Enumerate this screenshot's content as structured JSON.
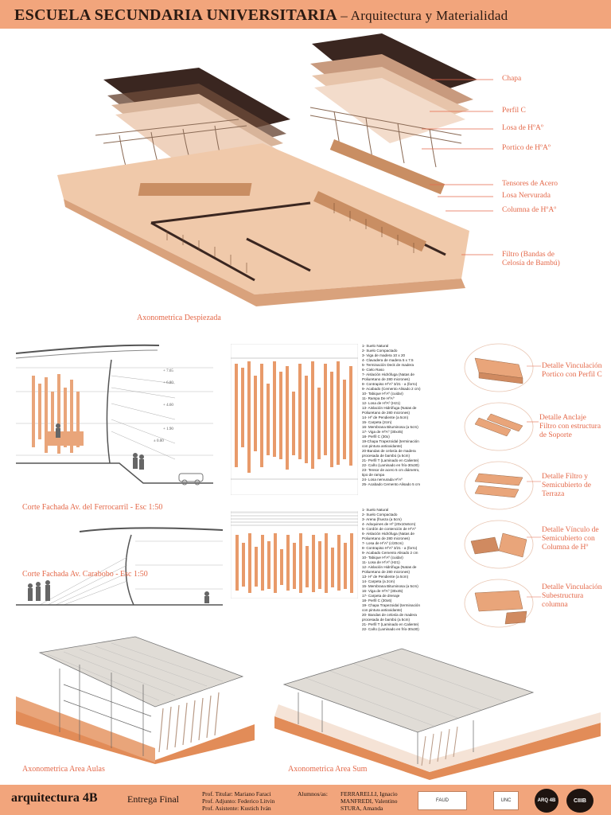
{
  "header": {
    "title": "ESCUELA SECUNDARIA UNIVERSITARIA",
    "subtitle": "– Arquitectura y Materialidad"
  },
  "exploded": {
    "caption": "Axonometrica Despiezada",
    "callouts": [
      "Chapa",
      "Perfil C",
      "Losa de HºAº",
      "Portico de HºAº",
      "Tensores de Acero",
      "Losa Nervurada",
      "Columna de HºAº",
      "Filtro (Bandas de\nCelosía de Bambú)"
    ]
  },
  "sections": {
    "ferrocarril_caption": "Corte Fachada Av. del Ferrocarril - Esc 1:50",
    "carabobo_caption": "Corte Fachada Av. Carabobo - Esc 1:50",
    "levels": [
      "+ 7.65",
      "+ 6.80",
      "+ 4.60",
      "+ 1.90",
      "± 0.00"
    ]
  },
  "legend_top": "1- Suelo Natural\n2- Suelo Compactado\n3- Viga de madera 10 x 20\n4- Clavadera de madera 5 x 7.5\n5- Terminación Deck de madera\n6- Cielo Raso\n7- Aislación Hidrófuga (Natas de Poliuretano de 280 micrones)\n8- Contrapiso HºAº 3/21 - a (forro)\n9- Acabado (Cemento Alisado 2 cm)\n10- Tabique HºAº (cuidar)\n11- Rampa De HºAº\n12- Losa de HºAº (H21)\n13- Aislación Hidrófuga (Natas de Poliuretano de 280 micrones)\n14- Hº de Pendiente (a 5cm)\n15- Carpeta (2cm)\n16- Membrana Bituminosa (a 5cm)\n17- Viga de HºAº (30x45)\n18- Perfil C (30x)\n19-Chapa Trapezoidal (terminación con pintura antioxidante)\n20-Bandas de celosía de madera procesada de bambú (a 5cm)\n21- Perfil T (Laminado en Caliente)\n22- Caño (Laminado en frío-30x30)\n23- Tensor de acero 5 cm diámetro, tipo de rampa\n24- Losa nervurada HºAº\n25- Acabado Cemento Alisado 5 cm",
  "legend_bottom": "1- Suelo Natural\n2- Suelo Compactado\n3- Arena (frueza (a 5cm)\n4- Adoquines de Hº (20x10x6cm)\n5- Cordón de contención de HºAº\n6- Aislación Hidrófuga (Natas de Poliuretano de 280 micrones)\n7- Losa de HºAº (c/20cm)\n8- Contrapiso HºAº 3/21 - a (forro)\n9- Acabado Cemento Alisado 2 cm\n10- Tabique HºAº (cuidar)\n11- Losa de HºAº (H21)\n12- Aislación Hidrófuga (Natas de Poliuretano de 280 micrones)\n13- Hº de Pendiente (a 5cm)\n14- Carpeta (a 2cm)\n15- Membrana Bituminosa (a 5cm)\n16- Viga de HºAº (30x45)\n17- Carpeta de drenaje\n18- Perfil C (30x6)\n19- Chapa Trapezoidal (terminación con pintura antioxidante)\n20- Bandas de celosía de madera procesada de bambú (a 5cm)\n21- Perfil T (Laminado en Caliente)\n22- Caño (Laminado en frío-30x30)",
  "details": [
    "Detalle Vinculación\nPortico con Perfil C",
    "Detalle Anclaje\nFiltro con estructura\nde Soporte",
    "Detalle Filtro y\nSemicubierto de\nTerraza",
    "Detalle Vínculo de\nSemicubierto con\nColumna de Hº",
    "Detalle Vinculación\nSubestructura\ncolumna"
  ],
  "axonometrics": {
    "aulas_caption": "Axonometrica Area Aulas",
    "sum_caption": "Axonometrica Area Sum"
  },
  "footer": {
    "brand": "arquitectura 4B",
    "entrega": "Entrega Final",
    "professors": [
      "Prof. Titular: Mariano Faraci",
      "Prof. Adjunto: Federico Litvin",
      "Prof. Asistente: Kustich Iván"
    ],
    "students_label": "Alumnos/as:",
    "students": [
      "FERRARELLI, Ignacio",
      "MANFREDI, Valentino",
      "STURA, Amanda"
    ],
    "logos": [
      "FAUD",
      "UNC",
      "ARQ 4B",
      "CIIIB"
    ]
  },
  "colors": {
    "accent": "#f2a57c",
    "callout": "#e4694a",
    "wood": "#e9a57a",
    "roof": "#3a2620"
  }
}
